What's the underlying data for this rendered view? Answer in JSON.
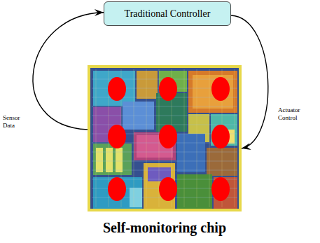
{
  "diagram": {
    "nodes": [
      {
        "text": [
          "Traditional Controller"
        ]
      },
      {
        "text": [
          "Self-monitoring chip"
        ]
      }
    ],
    "edges": [
      {
        "from": 1,
        "to": 0,
        "arrow": "to",
        "label": "Sensor Data"
      },
      {
        "from": 0,
        "to": 1,
        "arrow": "to",
        "label": "Actuator Control"
      }
    ]
  }
}
